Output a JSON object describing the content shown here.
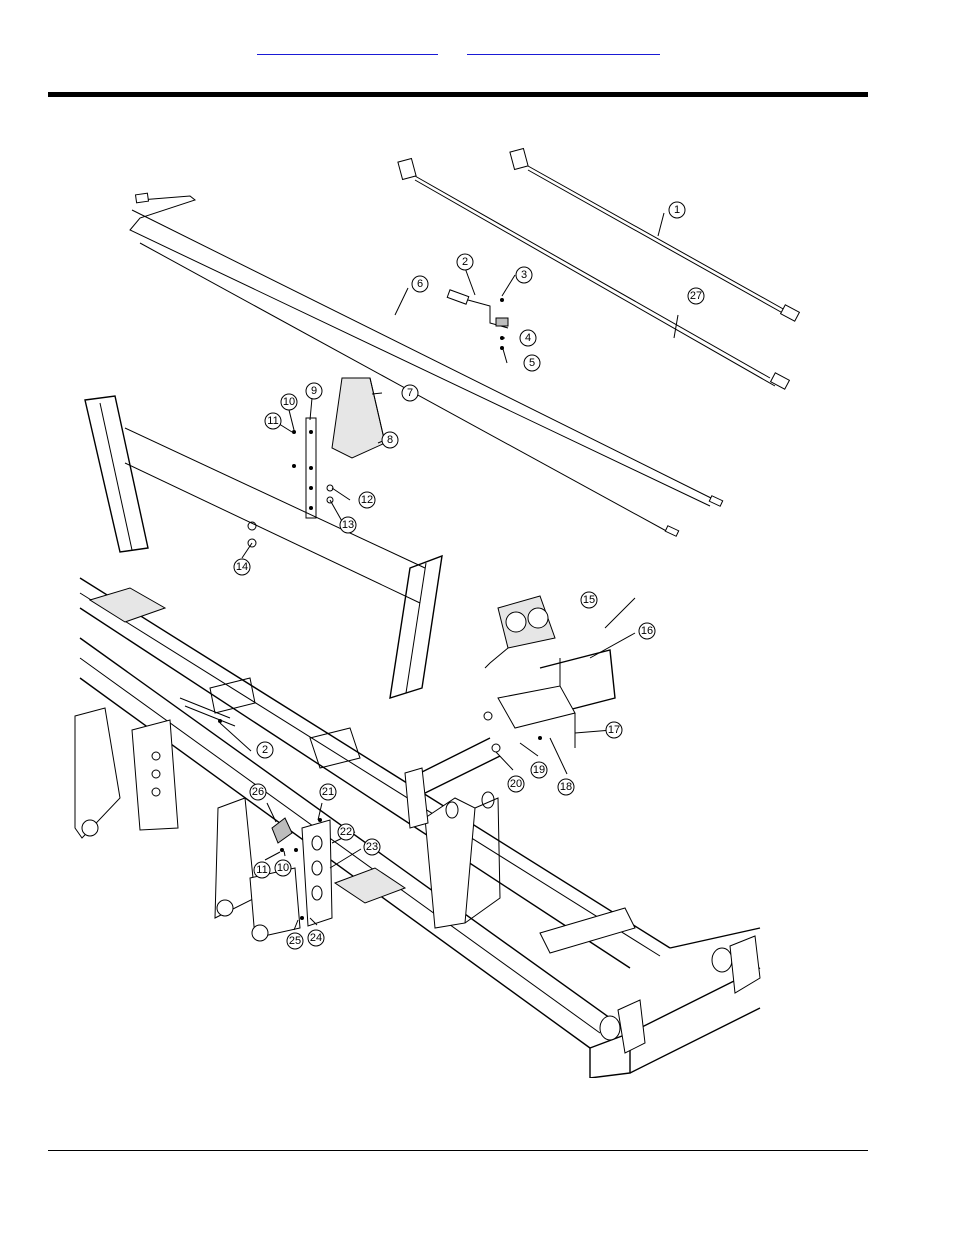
{
  "header": {
    "links": [
      "",
      ""
    ]
  },
  "callouts": [
    {
      "id": "1",
      "label": "1"
    },
    {
      "id": "2",
      "label": "2"
    },
    {
      "id": "3",
      "label": "3"
    },
    {
      "id": "4",
      "label": "4"
    },
    {
      "id": "5",
      "label": "5"
    },
    {
      "id": "6",
      "label": "6"
    },
    {
      "id": "7",
      "label": "7"
    },
    {
      "id": "8",
      "label": "8"
    },
    {
      "id": "9",
      "label": "9"
    },
    {
      "id": "10",
      "label": "10"
    },
    {
      "id": "11",
      "label": "11"
    },
    {
      "id": "12",
      "label": "12"
    },
    {
      "id": "13",
      "label": "13"
    },
    {
      "id": "14",
      "label": "14"
    },
    {
      "id": "15",
      "label": "15"
    },
    {
      "id": "16",
      "label": "16"
    },
    {
      "id": "17",
      "label": "17"
    },
    {
      "id": "18",
      "label": "18"
    },
    {
      "id": "19",
      "label": "19"
    },
    {
      "id": "20",
      "label": "20"
    },
    {
      "id": "2b",
      "label": "2"
    },
    {
      "id": "21",
      "label": "21"
    },
    {
      "id": "22",
      "label": "22"
    },
    {
      "id": "23",
      "label": "23"
    },
    {
      "id": "24",
      "label": "24"
    },
    {
      "id": "25",
      "label": "25"
    },
    {
      "id": "26",
      "label": "26"
    },
    {
      "id": "27",
      "label": "27"
    },
    {
      "id": "10b",
      "label": "10"
    },
    {
      "id": "11b",
      "label": "11"
    }
  ]
}
